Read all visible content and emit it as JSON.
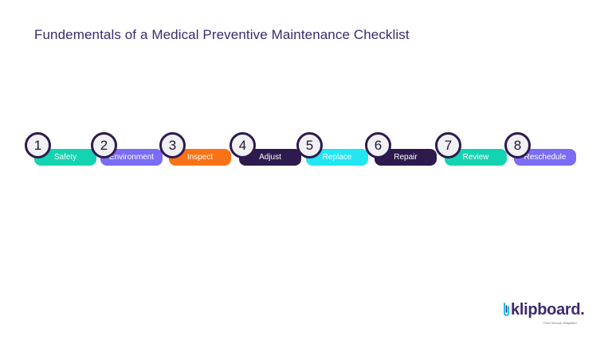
{
  "title": "Fundementals of a Medical Preventive Maintenance Checklist",
  "colors": {
    "title": "#3d2a6e",
    "badge_border": "#2d1b4e",
    "badge_fill": "#f1f1f3"
  },
  "steps": [
    {
      "number": "1",
      "label": "Safety",
      "color": "#14d3b0"
    },
    {
      "number": "2",
      "label": "Environment",
      "color": "#7b6cf6"
    },
    {
      "number": "3",
      "label": "Inspect",
      "color": "#f97316"
    },
    {
      "number": "4",
      "label": "Adjust",
      "color": "#2d1b4e"
    },
    {
      "number": "5",
      "label": "Replace",
      "color": "#22e6f2"
    },
    {
      "number": "6",
      "label": "Repair",
      "color": "#2d1b4e"
    },
    {
      "number": "7",
      "label": "Review",
      "color": "#14d3b0"
    },
    {
      "number": "8",
      "label": "Reschedule",
      "color": "#7b6cf6"
    }
  ],
  "logo": {
    "wordmark": "klipboard.",
    "tagline": "Field Service Simplified",
    "mark_color": "#22c3e6",
    "text_color": "#3d2a6e"
  }
}
